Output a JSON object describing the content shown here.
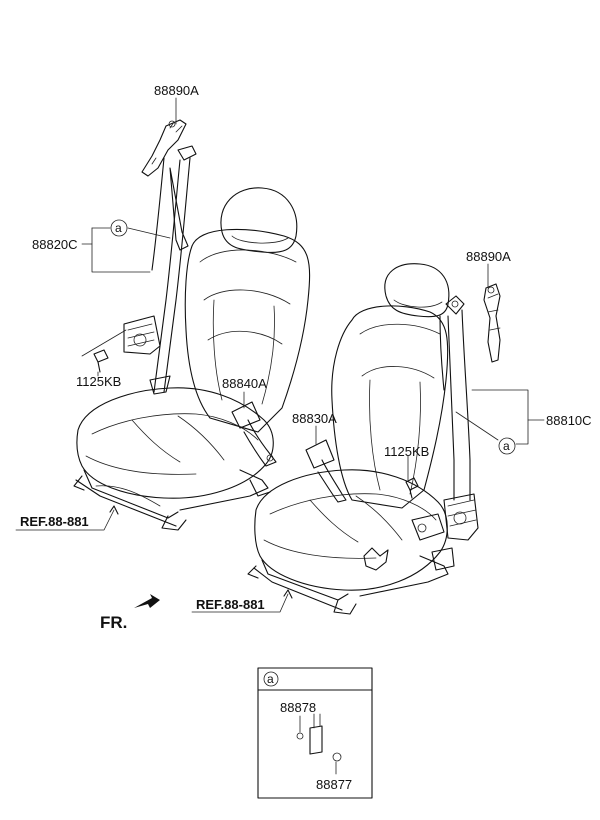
{
  "parts": {
    "label_88890A_left": "88890A",
    "label_88820C": "88820C",
    "label_1125KB_left": "1125KB",
    "label_88840A": "88840A",
    "label_88890A_right": "88890A",
    "label_88810C": "88810C",
    "label_88830A": "88830A",
    "label_1125KB_right": "1125KB"
  },
  "references": {
    "ref_left": "REF.88-881",
    "ref_right": "REF.88-881"
  },
  "callouts": {
    "marker": "a"
  },
  "direction": {
    "front_label": "FR."
  },
  "detail_box": {
    "marker": "a",
    "label_88878": "88878",
    "label_88877": "88877"
  }
}
